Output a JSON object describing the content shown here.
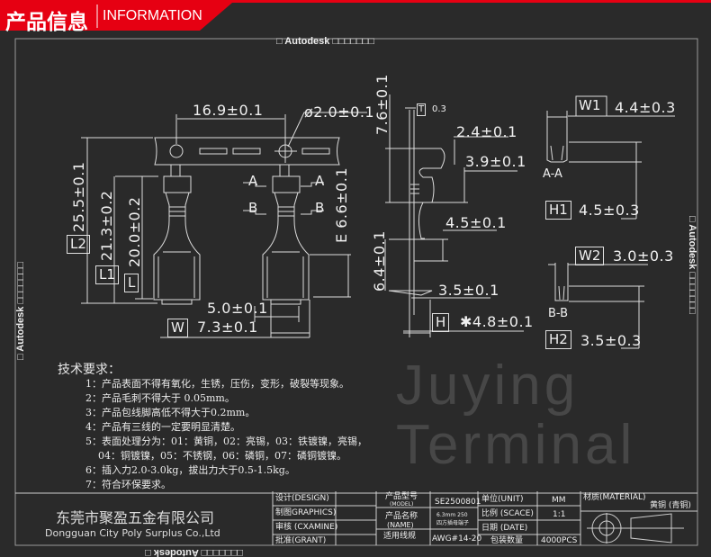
{
  "header": {
    "title_cn": "产品信息",
    "title_en": "INFORMATION",
    "accent": "#e60012"
  },
  "watermarks": {
    "top": "□ Autodesk □□□□□□□",
    "left": "□ Autodesk □□□□□□□",
    "right": "□ Autodesk □□□□□□□",
    "bottom": "□□□□□□□ Autodesk □",
    "brand": "Juying Terminal"
  },
  "drawing": {
    "front": {
      "pitch": "16.9±0.1",
      "hole_dia": "ø2.0±0.1",
      "L2_label": "L2",
      "L2": "25.5±0.1",
      "L1_label": "L1",
      "L1": "21.3±0.2",
      "L_label": "L",
      "L": "20.0±0.2",
      "E_label": "E",
      "E": "6.6±0.1",
      "inner_width": "5.0±0.1",
      "W_label": "W",
      "W": "7.3±0.1",
      "section_a": "A",
      "section_b": "B"
    },
    "side": {
      "crimp_len": "7.6±0.1",
      "T_label": "T",
      "T": "0.3",
      "d1": "2.4±0.1",
      "d2": "3.9±0.1",
      "d3": "4.5±0.1",
      "d4": "6.4±0.1",
      "d5": "3.5±0.1",
      "H_label": "H",
      "H": "✱4.8±0.1"
    },
    "section_aa": {
      "title": "A-A",
      "W1_label": "W1",
      "W1": "4.4±0.3",
      "H1_label": "H1",
      "H1": "4.5±0.3"
    },
    "section_bb": {
      "title": "B-B",
      "W2_label": "W2",
      "W2": "3.0±0.3",
      "H2_label": "H2",
      "H2": "3.5±0.3"
    }
  },
  "requirements": {
    "title": "技术要求：",
    "items": [
      "1：产品表面不得有氧化，生锈，压伤，变形，破裂等现象。",
      "2：产品毛刺不得大于  0.05mm。",
      "3：产品包线脚高低不得大于0.2mm。",
      "4：产品有三线的一定要明显清楚。",
      "5：表面处理分为：01：黄铜，02：亮锡，03：铁镀镍，亮锡，",
      "    04：铜镀镍，05：不锈钢，06：磷铜，07：磷铜镀镍。",
      "6：插入力2.0-3.0kg，拔出力大于0.5-1.5kg。",
      "7：符合环保要求。"
    ]
  },
  "title_block": {
    "company_cn": "东莞市聚盈五金有限公司",
    "company_en": "Dongguan City Poly Surplus Co.,Ltd",
    "roles": [
      "设计(DESIGN)",
      "制图GRAPHICS)",
      "审核 (CXAMINE)",
      "批准(GRANT)"
    ],
    "model_label": "产品型号",
    "model_label_en": "(MODEL)",
    "model": "SE2500801",
    "name_label": "产品名称",
    "name_label_en": "(NAME)",
    "name_line1": "6.3mm 250",
    "name_line2": "四方插母端子",
    "wire_label": "适用线规",
    "wire": "AWG#14-20",
    "unit_label": "单位(UNIT)",
    "unit": "MM",
    "scale_label": "比例 (SCACE)",
    "scale": "1:1",
    "date_label": "日期 (DATE)",
    "date": "",
    "qty_label": "包装数量",
    "qty": "4000PCS",
    "material_label": "材质(MATERIAL)",
    "material": "黄铜 (青铜)"
  }
}
